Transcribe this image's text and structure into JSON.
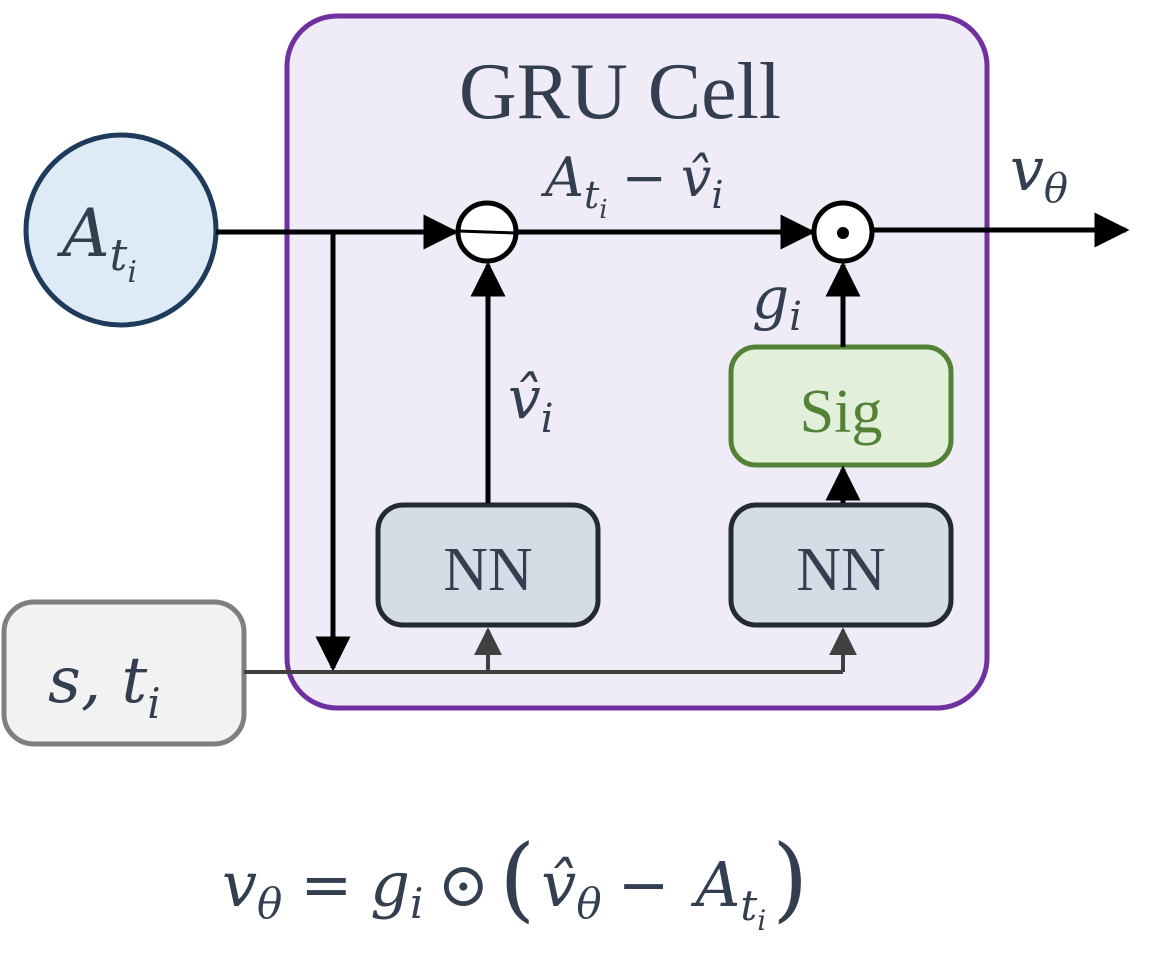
{
  "diagram": {
    "cell_title": "GRU Cell",
    "nodes": {
      "input_a": {
        "main": "A",
        "sub": "t",
        "subsub": "i"
      },
      "input_s": {
        "text": "s, t",
        "sub": "i"
      },
      "nn_left": "NN",
      "nn_right": "NN",
      "sigmoid": "Sig",
      "subtract_op": "⊖",
      "hadamard_op": "⊙"
    },
    "edge_labels": {
      "difference": {
        "a": "A",
        "a_sub": "t",
        "a_subsub": "i",
        "minus": "−",
        "v": "v̂",
        "v_sub": "i"
      },
      "v_hat": {
        "v": "v̂",
        "sub": "i"
      },
      "gate": {
        "g": "g",
        "sub": "i"
      },
      "output": {
        "v": "v",
        "sub": "θ"
      }
    },
    "equation": {
      "lhs_v": "v",
      "lhs_sub": "θ",
      "eq": "=",
      "g": "g",
      "g_sub": "i",
      "op": "⊙",
      "lparen": "(",
      "vhat": "v̂",
      "vhat_sub": "θ",
      "minus": "−",
      "a": "A",
      "a_sub": "t",
      "a_subsub": "i",
      "rparen": ")"
    },
    "colors": {
      "cell_border": "#7030a0",
      "cell_fill": "#efebf7",
      "input_a_border": "#1f3b5c",
      "input_a_fill": "#deebf7",
      "input_s_border": "#7f7f7f",
      "input_s_fill": "#f2f2f2",
      "nn_border": "#222a35",
      "nn_fill": "#d6dce5",
      "sig_border": "#538135",
      "sig_fill": "#e2efda",
      "sig_text": "#538135",
      "text": "#333f50",
      "arrow": "#000000",
      "gray_line": "#404040"
    }
  }
}
